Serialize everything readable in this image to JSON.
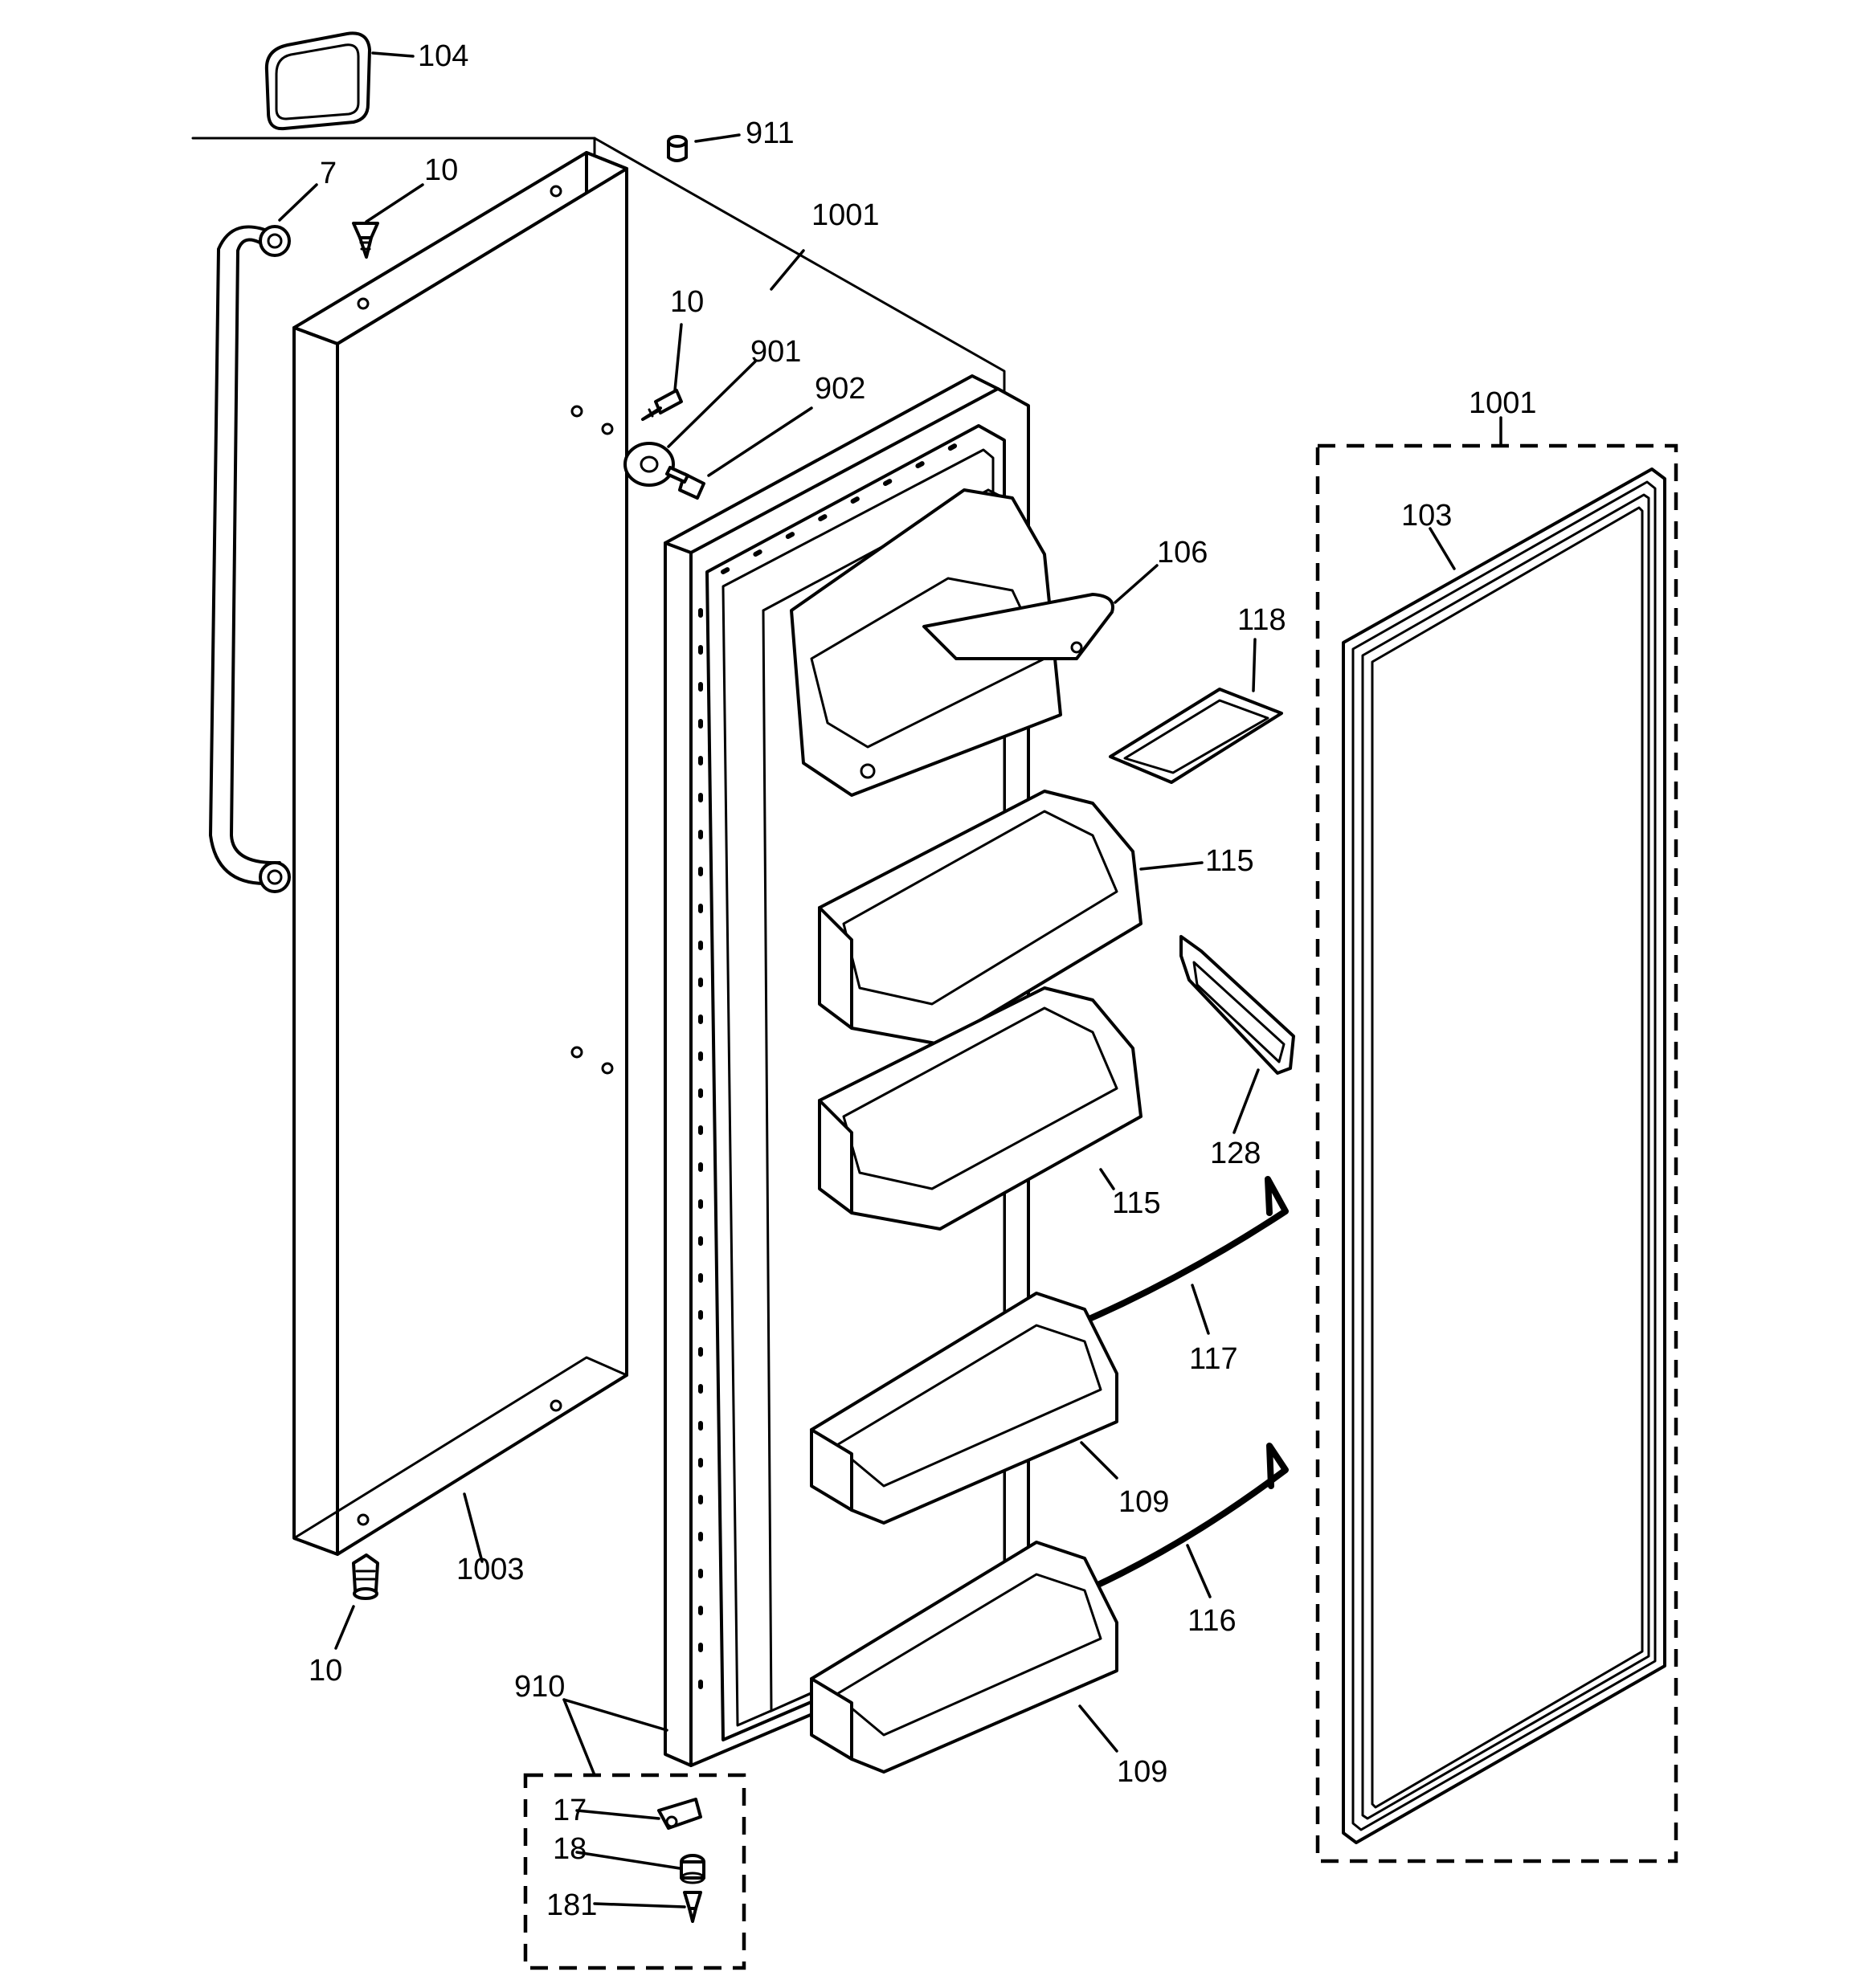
{
  "diagram": {
    "type": "exploded-parts-diagram",
    "callouts": [
      {
        "id": "c104a",
        "label": "104"
      },
      {
        "id": "c911",
        "label": "911"
      },
      {
        "id": "c7",
        "label": "7"
      },
      {
        "id": "c10a",
        "label": "10"
      },
      {
        "id": "c1001a",
        "label": "1001"
      },
      {
        "id": "c10b",
        "label": "10"
      },
      {
        "id": "c901",
        "label": "901"
      },
      {
        "id": "c902",
        "label": "902"
      },
      {
        "id": "c1001b",
        "label": "1001"
      },
      {
        "id": "c103",
        "label": "103"
      },
      {
        "id": "c106",
        "label": "106"
      },
      {
        "id": "c118",
        "label": "118"
      },
      {
        "id": "c115a",
        "label": "115"
      },
      {
        "id": "c115b",
        "label": "115"
      },
      {
        "id": "c128",
        "label": "128"
      },
      {
        "id": "c117",
        "label": "117"
      },
      {
        "id": "c109a",
        "label": "109"
      },
      {
        "id": "c116",
        "label": "116"
      },
      {
        "id": "c109b",
        "label": "109"
      },
      {
        "id": "c1003",
        "label": "1003"
      },
      {
        "id": "c10c",
        "label": "10"
      },
      {
        "id": "c910",
        "label": "910"
      },
      {
        "id": "c17",
        "label": "17"
      },
      {
        "id": "c18",
        "label": "18"
      },
      {
        "id": "c181",
        "label": "181"
      }
    ]
  }
}
